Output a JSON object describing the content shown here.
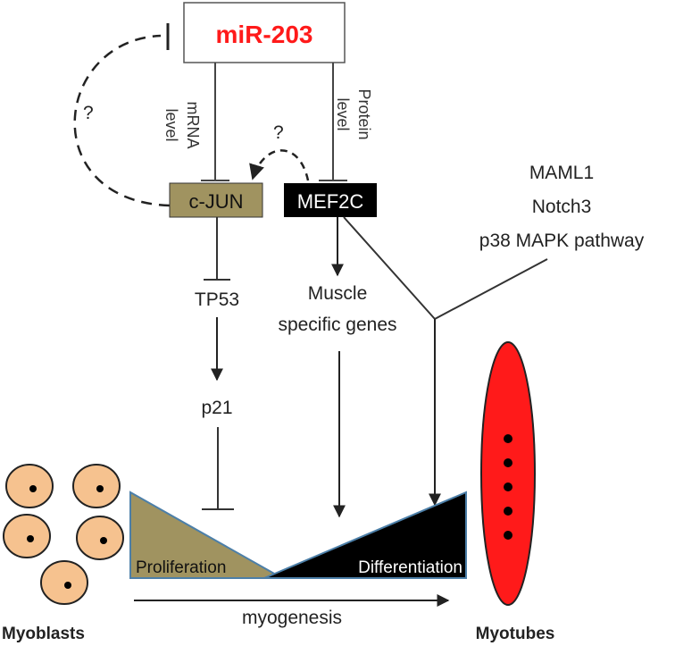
{
  "colors": {
    "mirna_text": "#ff1a1a",
    "cjun_fill": "#a09360",
    "mef2c_fill": "#000000",
    "cell_fill": "#f6c28f",
    "myotube_fill": "#ff1a1a",
    "triangle_edge": "#4c7fa8"
  },
  "nodes": {
    "mirna": "miR-203",
    "cjun": "c-JUN",
    "mef2c": "MEF2C",
    "tp53": "TP53",
    "p21": "p21",
    "muscle_genes": [
      "Muscle",
      "specific genes"
    ],
    "regulators": [
      "MAML1",
      "Notch3",
      "p38 MAPK pathway"
    ]
  },
  "labels": {
    "mrna_level": [
      "mRNA",
      "level"
    ],
    "protein_level": [
      "Protein",
      "level"
    ],
    "question": "?",
    "proliferation": "Proliferation",
    "differentiation": "Differentiation",
    "myogenesis": "myogenesis",
    "myoblasts": "Myoblasts",
    "myotubes": "Myotubes"
  }
}
